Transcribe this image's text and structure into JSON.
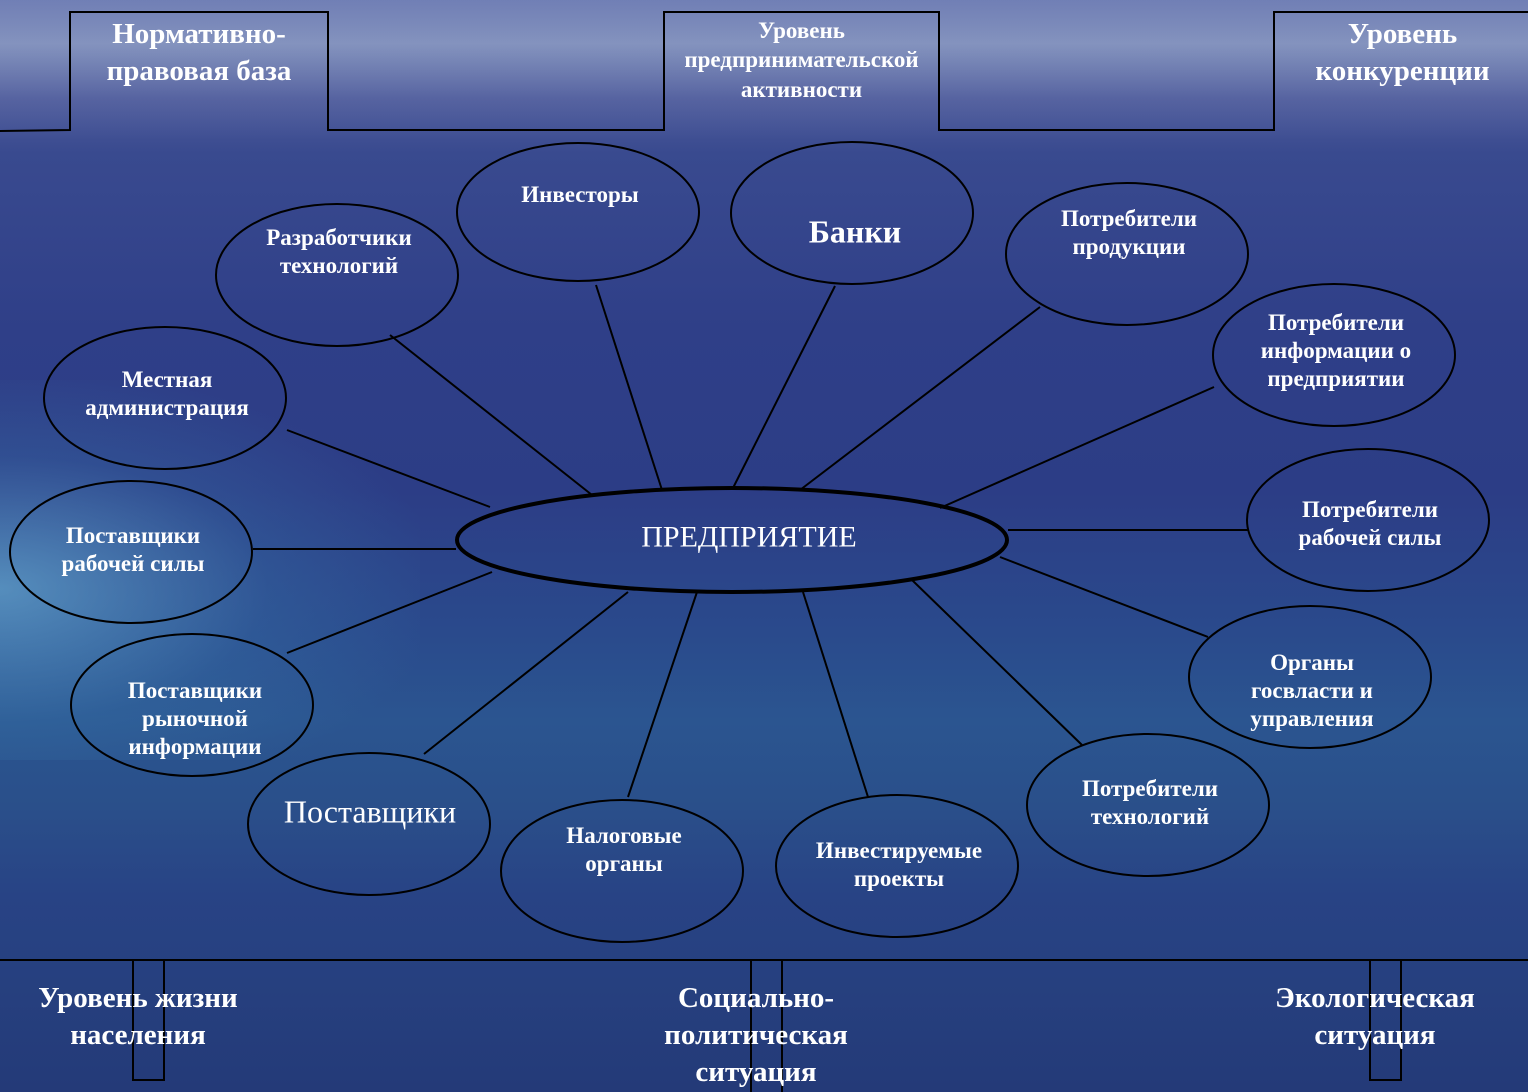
{
  "top_frames": {
    "left": "Нормативно-\nправовая база",
    "center": "Уровень\nпредпринимательской\nактивности",
    "right": "Уровень\nконкуренции"
  },
  "bottom_frames": {
    "left": "Уровень жизни\nнаселения",
    "center": "Социально-\nполитическая\nситуация",
    "right": "Экологическая\nситуация"
  },
  "center_node": "ПРЕДПРИЯТИЕ",
  "nodes": {
    "investors": "Инвесторы",
    "banks": "Банки",
    "tech_developers": "Разработчики\nтехнологий",
    "product_consumers": "Потребители\nпродукции",
    "info_consumers": "Потребители\nинформации о\nпредприятии",
    "local_admin": "Местная\nадминистрация",
    "labor_suppliers": "Поставщики\nрабочей силы",
    "labor_consumers": "Потребители\nрабочей силы",
    "market_info_suppliers": "Поставщики\nрыночной\nинформации",
    "gov_authorities": "Органы\nгосвласти и\nуправления",
    "suppliers": "Поставщики",
    "tax_authorities": "Налоговые\nорганы",
    "invested_projects": "Инвестируемые\nпроекты",
    "tech_consumers": "Потребители\nтехнологий"
  }
}
